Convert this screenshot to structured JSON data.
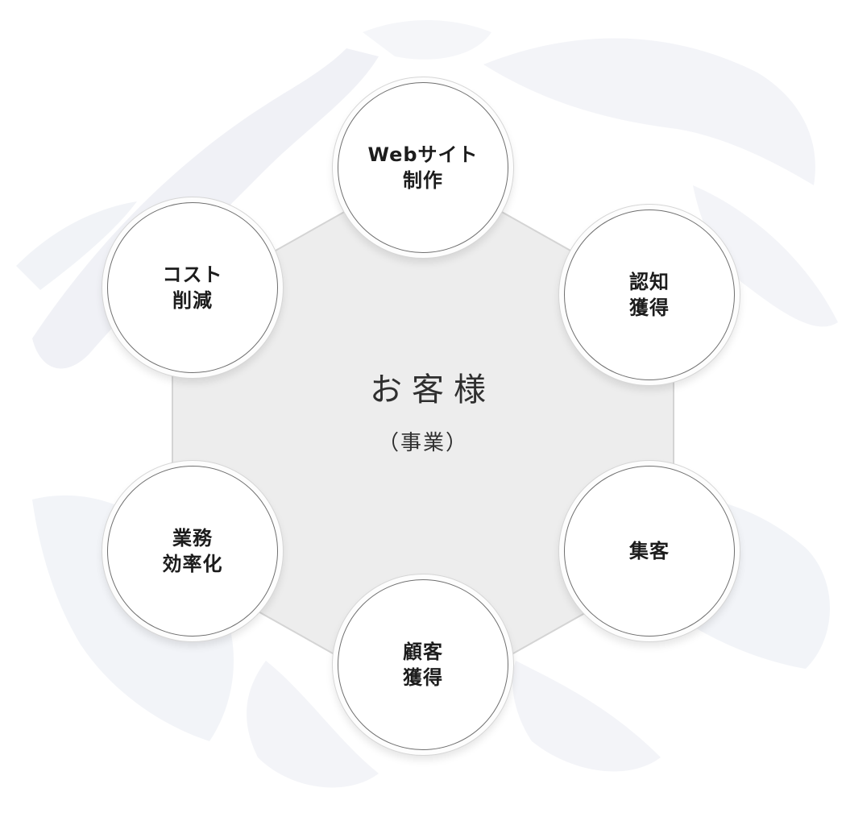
{
  "center": {
    "title": "お客様",
    "subtitle": "（事業）"
  },
  "nodes": [
    {
      "id": "web",
      "lines": [
        "Webサイト",
        "制作"
      ]
    },
    {
      "id": "awareness",
      "lines": [
        "認知",
        "獲得"
      ]
    },
    {
      "id": "attract",
      "lines": [
        "集客"
      ]
    },
    {
      "id": "customer",
      "lines": [
        "顧客",
        "獲得"
      ]
    },
    {
      "id": "efficiency",
      "lines": [
        "業務",
        "効率化"
      ]
    },
    {
      "id": "cost",
      "lines": [
        "コスト",
        "削減"
      ]
    }
  ],
  "colors": {
    "hexagon_fill": "#ebebeb",
    "hexagon_stroke": "#d4d4d4",
    "circle_border": "#6f6f6f",
    "text": "#1c1c1c",
    "background_splash": "#eef0f5"
  }
}
